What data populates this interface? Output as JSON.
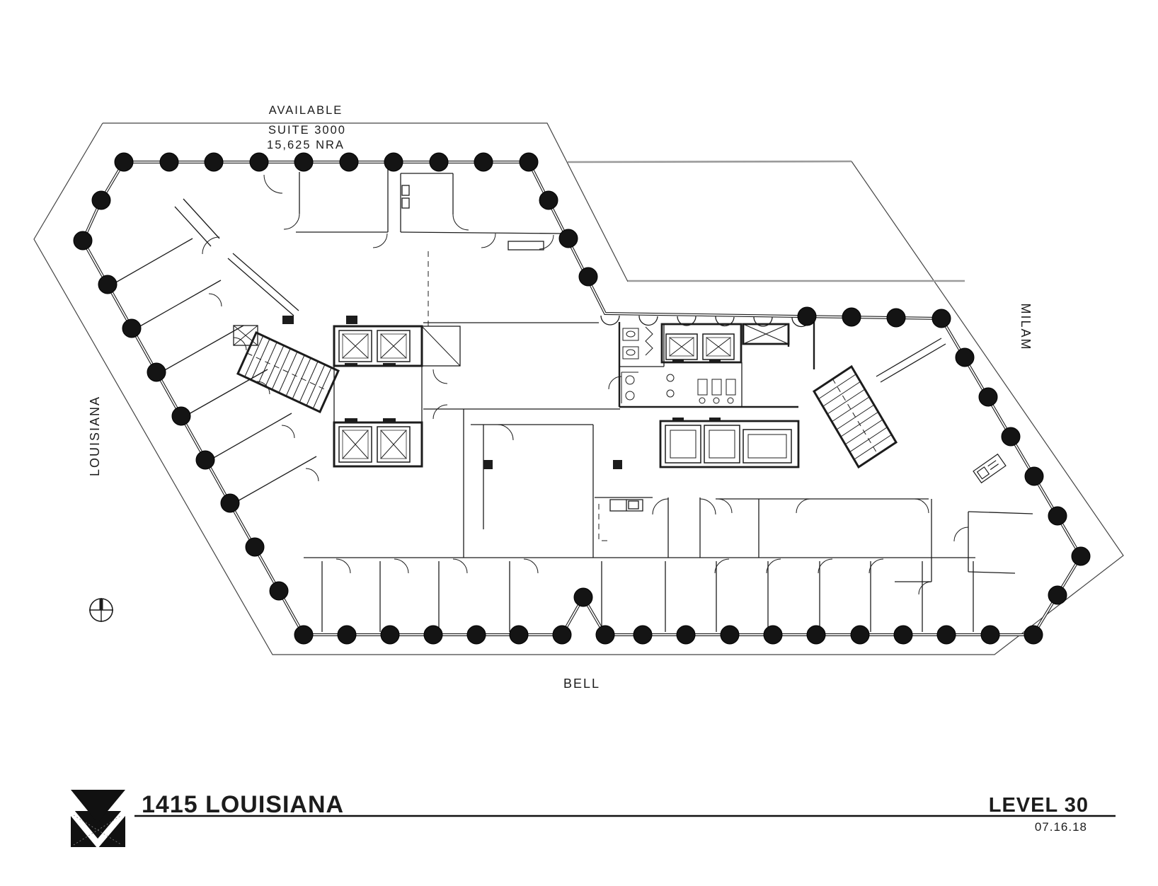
{
  "sheet": {
    "available": "AVAILABLE",
    "suite": "SUITE 3000",
    "area": "15,625 NRA",
    "street_left": "LOUISIANA",
    "street_right": "MILAM",
    "street_bottom": "BELL",
    "building": "1415 LOUISIANA",
    "level": "LEVEL 30",
    "date": "07.16.18"
  },
  "colors": {
    "ink": "#1c1c1c",
    "property_line": "#444444",
    "roof_gray": "#9b9b9b",
    "column_fill": "#141414",
    "paper": "#ffffff"
  },
  "icons": {
    "north_indicator": "circle-crosshair",
    "logo": "m-triangle-mark"
  }
}
